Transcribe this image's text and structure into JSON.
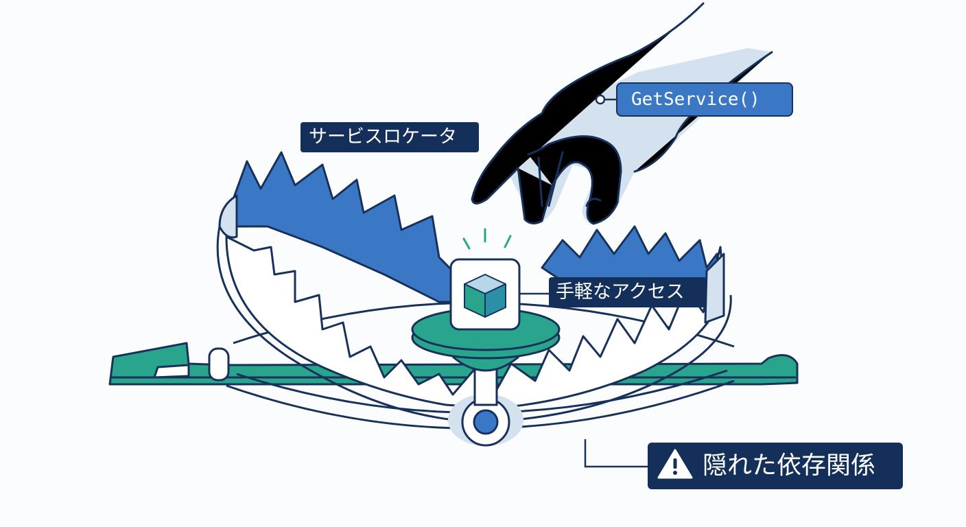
{
  "labels": {
    "service_locator": "サービスロケータ",
    "easy_access": "手軽なアクセス",
    "get_service": "GetService()",
    "hidden_dependencies": "隠れた依存関係"
  },
  "colors": {
    "navy": "#14305a",
    "blue": "#3a78c6",
    "teal": "#2aa58d",
    "pale_blue": "#d4e2ef"
  },
  "icons": [
    "warning-icon",
    "cube-icon",
    "hand-icon"
  ]
}
